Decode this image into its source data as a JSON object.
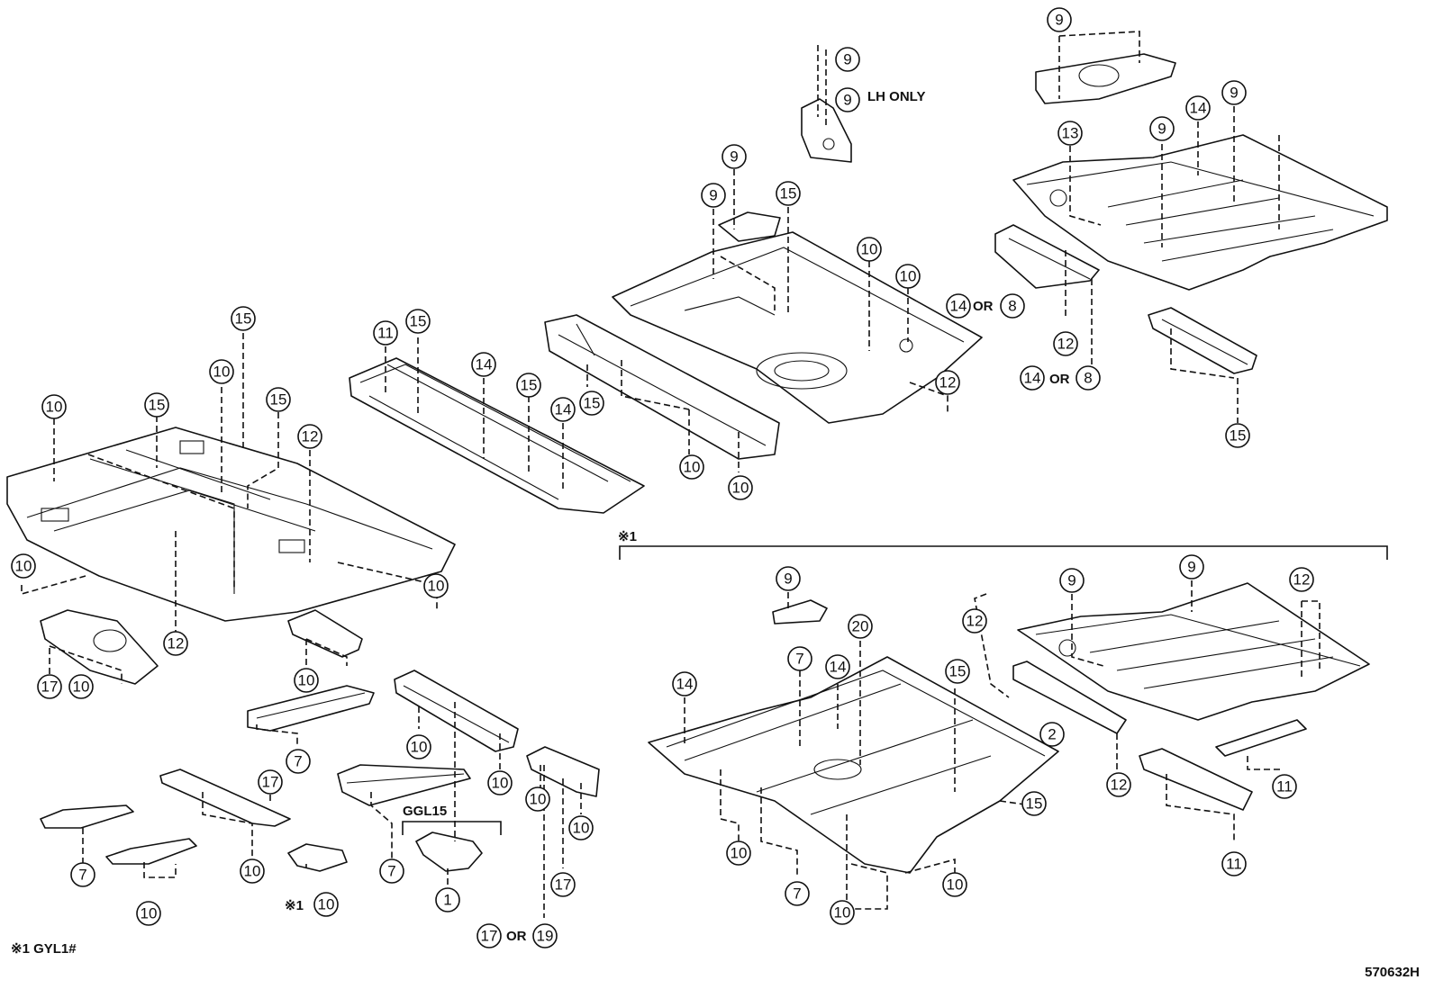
{
  "diagram_id": "570632H",
  "footnote": "※1 GYL1#",
  "group_marker": "※1",
  "group_label": "GGL15",
  "or_word": "OR",
  "lh_only": "LH ONLY",
  "callouts": [
    {
      "n": "9"
    },
    {
      "n": "9"
    },
    {
      "n": "9"
    },
    {
      "n": "9"
    },
    {
      "n": "13"
    },
    {
      "n": "9"
    },
    {
      "n": "14"
    },
    {
      "n": "9"
    },
    {
      "n": "9"
    },
    {
      "n": "15"
    },
    {
      "n": "10"
    },
    {
      "n": "10"
    },
    {
      "n": "14"
    },
    {
      "n": "8"
    },
    {
      "n": "12"
    },
    {
      "n": "14"
    },
    {
      "n": "8"
    },
    {
      "n": "12"
    },
    {
      "n": "15"
    },
    {
      "n": "11"
    },
    {
      "n": "15"
    },
    {
      "n": "14"
    },
    {
      "n": "15"
    },
    {
      "n": "14"
    },
    {
      "n": "15"
    },
    {
      "n": "10"
    },
    {
      "n": "10"
    },
    {
      "n": "10"
    },
    {
      "n": "15"
    },
    {
      "n": "10"
    },
    {
      "n": "15"
    },
    {
      "n": "12"
    },
    {
      "n": "15"
    },
    {
      "n": "10"
    },
    {
      "n": "10"
    },
    {
      "n": "12"
    },
    {
      "n": "17"
    },
    {
      "n": "10"
    },
    {
      "n": "10"
    },
    {
      "n": "7"
    },
    {
      "n": "17"
    },
    {
      "n": "10"
    },
    {
      "n": "10"
    },
    {
      "n": "10"
    },
    {
      "n": "10"
    },
    {
      "n": "17"
    },
    {
      "n": "7"
    },
    {
      "n": "10"
    },
    {
      "n": "10"
    },
    {
      "n": "7"
    },
    {
      "n": "1"
    },
    {
      "n": "10"
    },
    {
      "n": "17"
    },
    {
      "n": "19"
    },
    {
      "n": "9"
    },
    {
      "n": "9"
    },
    {
      "n": "9"
    },
    {
      "n": "12"
    },
    {
      "n": "12"
    },
    {
      "n": "20"
    },
    {
      "n": "7"
    },
    {
      "n": "14"
    },
    {
      "n": "14"
    },
    {
      "n": "15"
    },
    {
      "n": "2"
    },
    {
      "n": "12"
    },
    {
      "n": "11"
    },
    {
      "n": "11"
    },
    {
      "n": "15"
    },
    {
      "n": "10"
    },
    {
      "n": "7"
    },
    {
      "n": "10"
    },
    {
      "n": "10"
    }
  ]
}
